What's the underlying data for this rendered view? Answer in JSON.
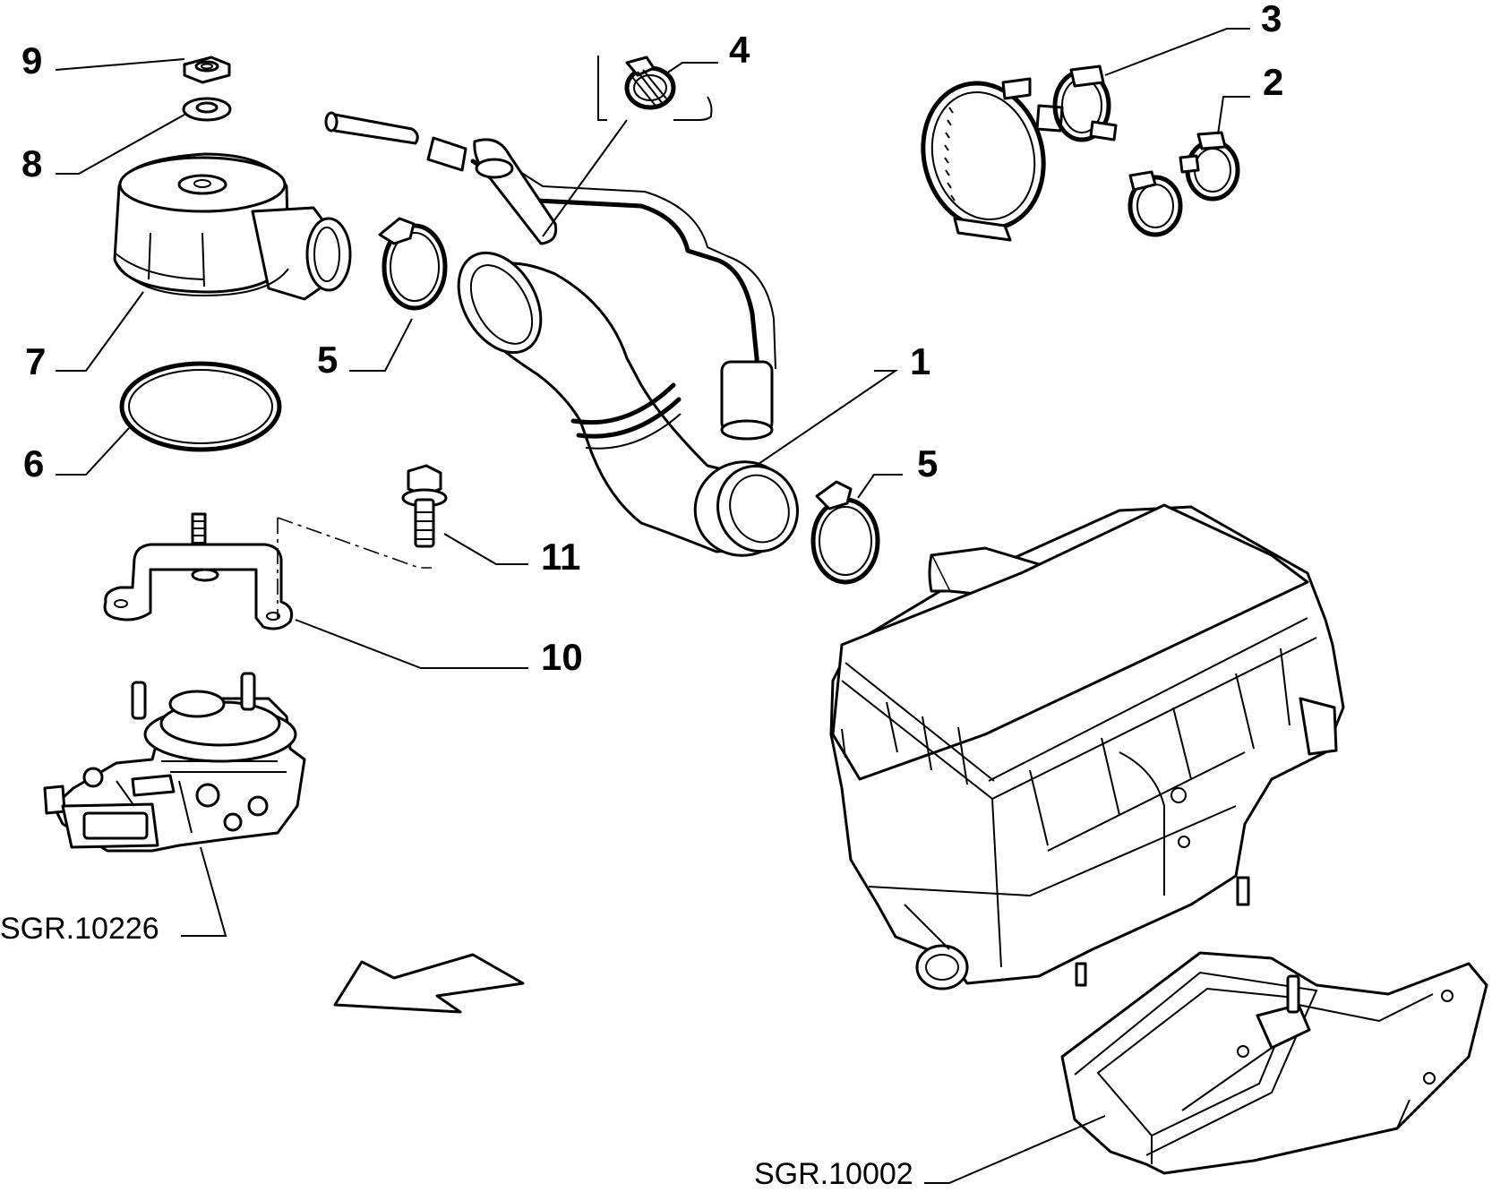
{
  "callouts": {
    "c1": "1",
    "c2": "2",
    "c3": "3",
    "c4": "4",
    "c5a": "5",
    "c5b": "5",
    "c6": "6",
    "c7": "7",
    "c8": "8",
    "c9": "9",
    "c10": "10",
    "c11": "11"
  },
  "references": {
    "carburettor": "SGR.10226",
    "air_box": "SGR.10002"
  }
}
